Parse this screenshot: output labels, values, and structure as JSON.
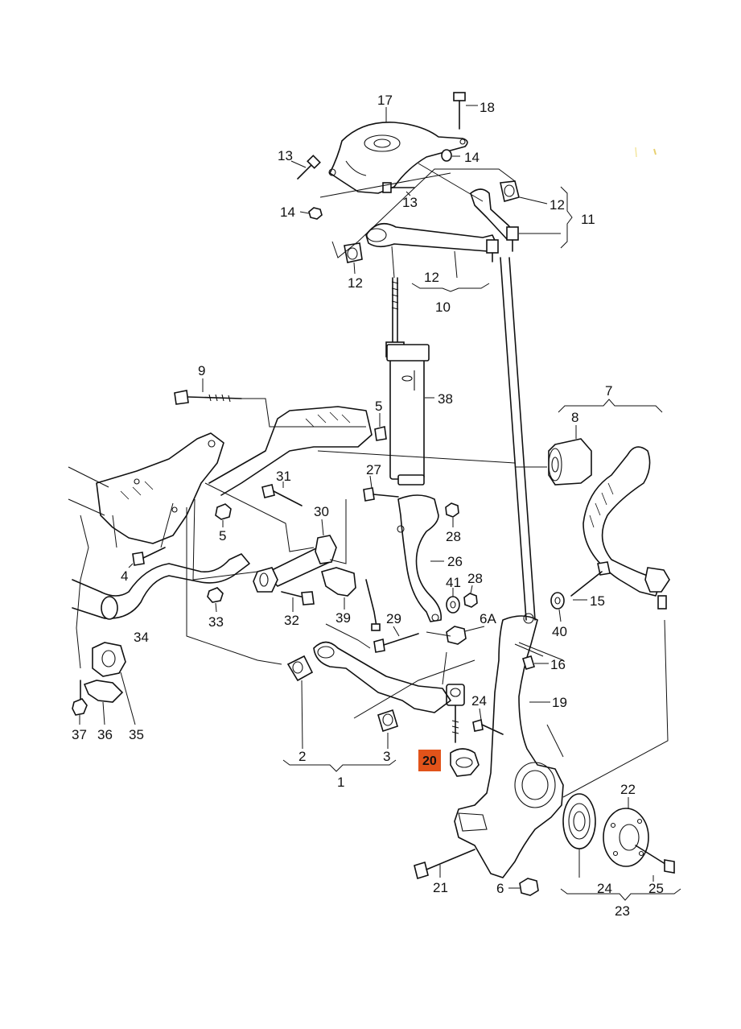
{
  "labels": {
    "l1": "1",
    "l2": "2",
    "l3": "3",
    "l4": "4",
    "l5a": "5",
    "l5b": "5",
    "l6": "6",
    "l6a": "6A",
    "l7": "7",
    "l8": "8",
    "l9": "9",
    "l10": "10",
    "l11": "11",
    "l12a": "12",
    "l12b": "12",
    "l12c": "12",
    "l13a": "13",
    "l13b": "13",
    "l14a": "14",
    "l14b": "14",
    "l15": "15",
    "l16": "16",
    "l17": "17",
    "l18": "18",
    "l19": "19",
    "l20": "20",
    "l21": "21",
    "l22": "22",
    "l23": "23",
    "l24a": "24",
    "l24b": "24",
    "l25": "25",
    "l26": "26",
    "l27": "27",
    "l28a": "28",
    "l28b": "28",
    "l29": "29",
    "l30": "30",
    "l31": "31",
    "l32": "32",
    "l33": "33",
    "l34": "34",
    "l35": "35",
    "l36": "36",
    "l37": "37",
    "l38": "38",
    "l39": "39",
    "l40": "40",
    "l41": "41"
  },
  "highlight": {
    "part_number": "20",
    "color": "#e1531a"
  }
}
